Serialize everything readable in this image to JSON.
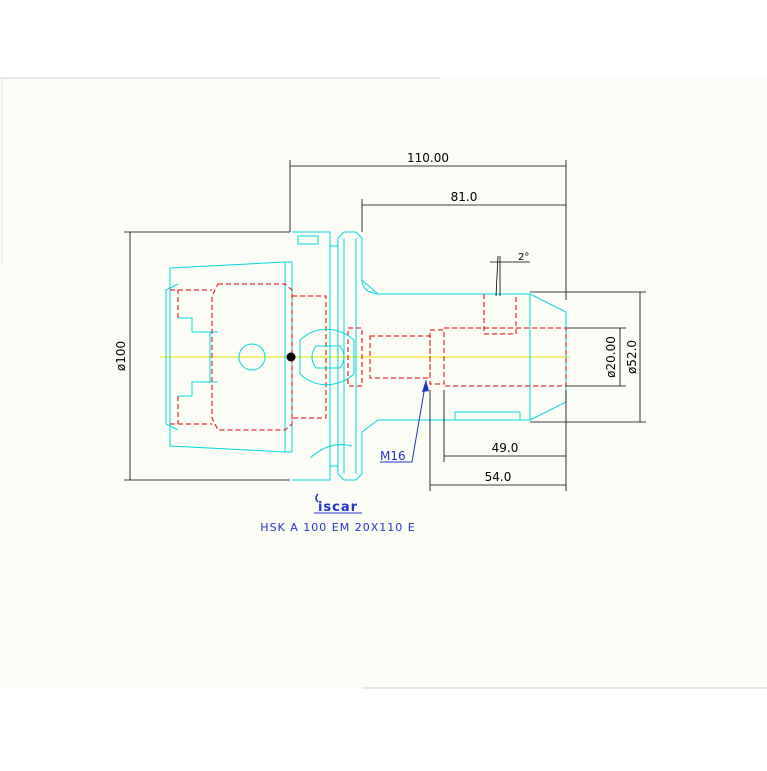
{
  "drawing": {
    "part_number": "HSK A 100 EM 20X110 E",
    "logo_text": "iscar",
    "thread_callout": "M16",
    "angle_callout": "2°"
  },
  "dimensions": {
    "overall_length": "110.00",
    "gauge_length": "81.0",
    "flange_diameter": "ø100",
    "bore_diameter": "ø20.00",
    "nose_diameter": "ø52.0",
    "bore_depth": "49.0",
    "clamp_depth": "54.0"
  },
  "colors": {
    "outline": "#00d8e0",
    "hidden": "#e00000",
    "dimension": "#000000",
    "annotation": "#2233cc",
    "centerline": "#e8e000",
    "background": "#fbfdf6"
  }
}
